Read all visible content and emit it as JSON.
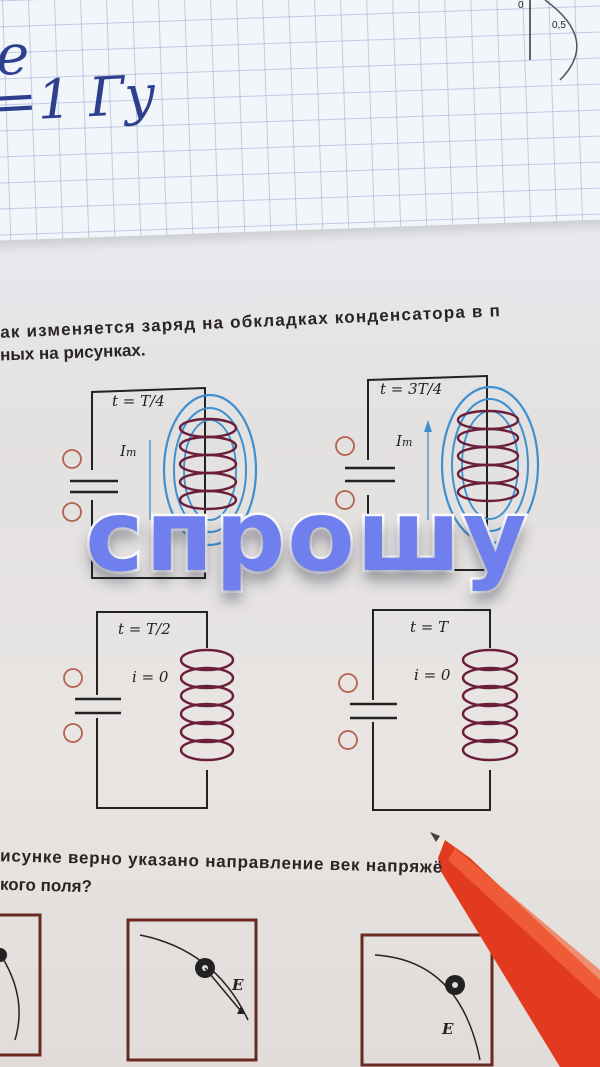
{
  "handwriting": {
    "line1": "е",
    "line2": "=1 Гу"
  },
  "text": {
    "question_top_line1": "ак изменяется заряд на обкладках конденсатора в п",
    "question_top_line2": "ных на рисунках.",
    "question_bottom_line1": "исунке верно указано направление век    напряжё",
    "question_bottom_line2": "кого поля?"
  },
  "diagrams": {
    "d1": {
      "time": "t = T/4",
      "current": "I",
      "current_sub": "m"
    },
    "d2": {
      "time": "t = 3T/4",
      "current": "I",
      "current_sub": "m"
    },
    "d3": {
      "time": "t = T/2",
      "current": "i = 0"
    },
    "d4": {
      "time": "t = T",
      "current": "i = 0"
    }
  },
  "vector_labels": {
    "e1": "E",
    "e2": "E"
  },
  "corner_scale": {
    "mark0": "0",
    "mark1": "0,5"
  },
  "watermark": "спрошу",
  "colors": {
    "coil": "#6a1e3a",
    "field": "#3d8fcf",
    "circle": "#b5624e",
    "pen": "#e23a1e",
    "watermark": "#6f80ee"
  }
}
